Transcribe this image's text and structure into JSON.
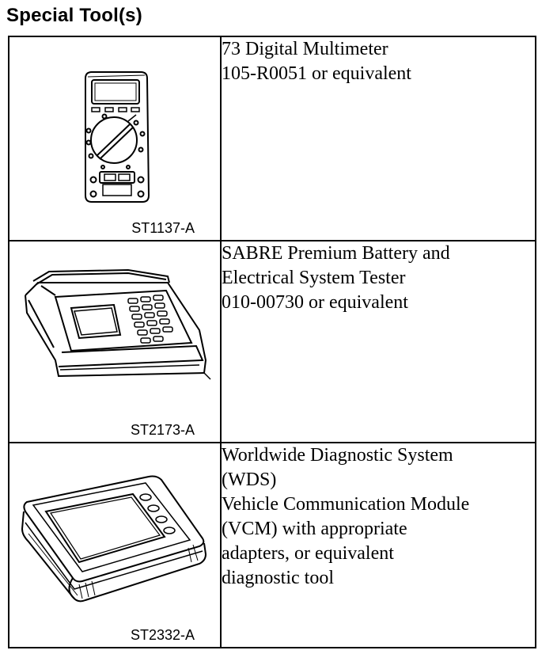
{
  "heading": "Special Tool(s)",
  "tools": [
    {
      "caption": "ST1137-A",
      "icon": "digital-multimeter-illustration",
      "lines": [
        "73 Digital Multimeter",
        "105-R0051 or equivalent"
      ]
    },
    {
      "caption": "ST2173-A",
      "icon": "battery-tester-illustration",
      "lines": [
        "SABRE Premium Battery and",
        "Electrical System Tester",
        "010-00730 or equivalent"
      ]
    },
    {
      "caption": "ST2332-A",
      "icon": "vcm-diagnostic-illustration",
      "lines": [
        "Worldwide Diagnostic System",
        "(WDS)",
        "Vehicle Communication Module",
        "(VCM) with appropriate",
        "adapters, or equivalent",
        "diagnostic tool"
      ]
    }
  ]
}
